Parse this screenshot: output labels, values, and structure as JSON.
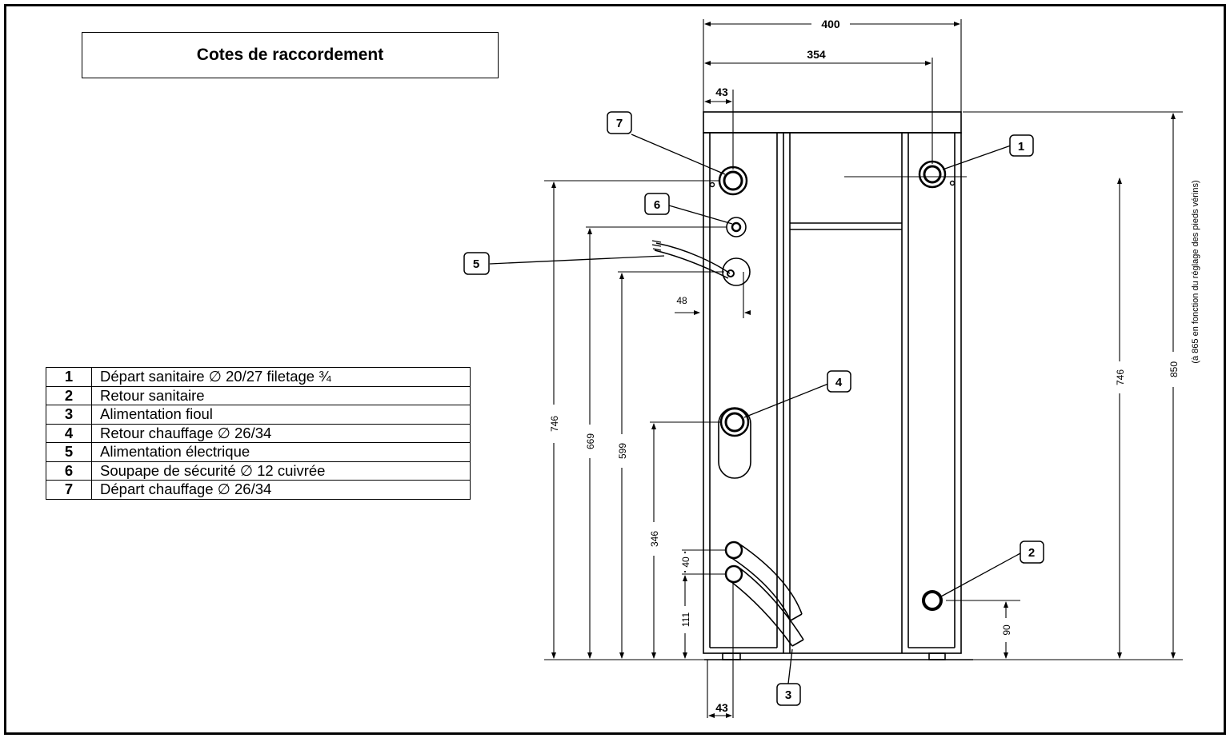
{
  "title": "Cotes de raccordement",
  "legend": [
    {
      "num": "1",
      "label": "Départ sanitaire ∅ 20/27 filetage ¾"
    },
    {
      "num": "2",
      "label": "Retour sanitaire"
    },
    {
      "num": "3",
      "label": "Alimentation fioul"
    },
    {
      "num": "4",
      "label": "Retour chauffage ∅ 26/34"
    },
    {
      "num": "5",
      "label": "Alimentation électrique"
    },
    {
      "num": "6",
      "label": "Soupape de sécurité ∅ 12 cuivrée"
    },
    {
      "num": "7",
      "label": "Départ chauffage ∅ 26/34"
    }
  ],
  "diagram": {
    "callouts": {
      "c1": "1",
      "c2": "2",
      "c3": "3",
      "c4": "4",
      "c5": "5",
      "c6": "6",
      "c7": "7"
    },
    "dimensions": {
      "width_total": "400",
      "width_354": "354",
      "offset_top": "43",
      "offset_bottom": "43",
      "offset_48": "48",
      "h746_left": "746",
      "h669": "669",
      "h599": "599",
      "h346": "346",
      "h40": "40",
      "h111": "111",
      "h90": "90",
      "h746_right": "746",
      "h850": "850"
    },
    "note": "(à 865 en fonction du réglage des pieds vérins)"
  }
}
